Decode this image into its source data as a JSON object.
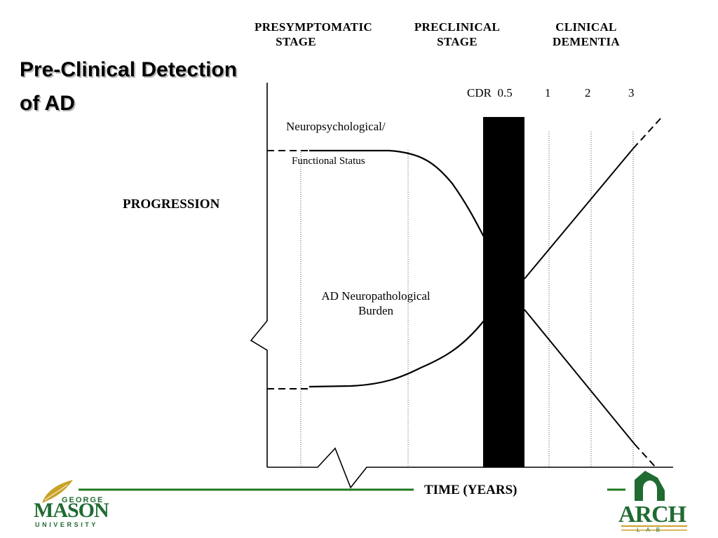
{
  "title": {
    "line1": "Pre-Clinical Detection",
    "line2": "of AD"
  },
  "stages": [
    {
      "line1": "PRESYMPTOMATIC",
      "line2": "STAGE"
    },
    {
      "line1": "PRECLINICAL",
      "line2": "STAGE"
    },
    {
      "line1": "CLINICAL",
      "line2": "DEMENTIA"
    }
  ],
  "cdr": {
    "label": "CDR",
    "values": [
      "0.5",
      "1",
      "2",
      "3"
    ]
  },
  "labels": {
    "y_axis": "PROGRESSION",
    "x_axis": "TIME (YEARS)",
    "neuro_line1": "Neuropsychological/",
    "neuro_line2": "Functional Status",
    "path_line1": "AD Neuropathological",
    "path_line2": "Burden"
  },
  "logos": {
    "gmu_top": "GEORGE",
    "gmu_main": "MASON",
    "gmu_bottom": "UNIVERSITY",
    "arch_main": "ARCH",
    "arch_sub": "LAB"
  },
  "colors": {
    "accent_green": "#1f7a1f",
    "brand_green": "#1f6b32",
    "gold": "#c9a227"
  }
}
